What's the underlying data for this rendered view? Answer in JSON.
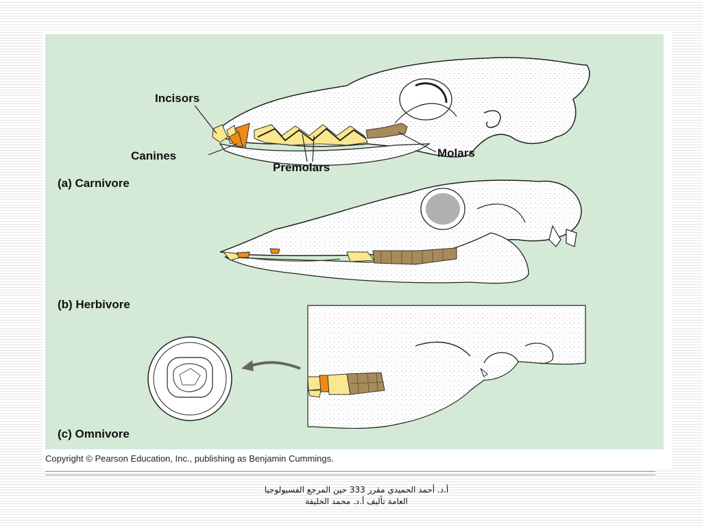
{
  "figure": {
    "tooth_labels": {
      "incisors": "Incisors",
      "canines": "Canines",
      "premolars": "Premolars",
      "molars": "Molars"
    },
    "panels": {
      "carnivore": "(a) Carnivore",
      "herbivore": "(b) Herbivore",
      "omnivore": "(c) Omnivore"
    },
    "copyright": "Copyright © Pearson Education, Inc., publishing as Benjamin Cummings."
  },
  "footer": {
    "line1": "أ.د. أحمد الحميدي مقرر 333 حين المرجع الفسيولوجيا",
    "line2": "العامة تأليف أ.د. محمد الخليفة"
  },
  "colors": {
    "background": "#d4ead6",
    "incisor": "#fbe78d",
    "canine": "#f08a14",
    "molar": "#a88b5c",
    "bone": "#ffffff"
  },
  "icons": [
    "magnified-molar-icon",
    "pointer-arrow-icon"
  ]
}
